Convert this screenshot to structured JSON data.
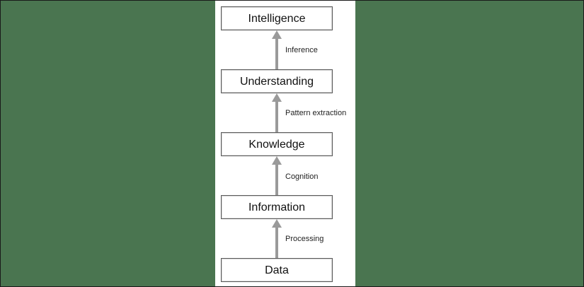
{
  "diagram": {
    "nodes": {
      "intelligence": "Intelligence",
      "understanding": "Understanding",
      "knowledge": "Knowledge",
      "information": "Information",
      "data": "Data"
    },
    "edges": {
      "inference": "Inference",
      "pattern_extraction": "Pattern extraction",
      "cognition": "Cognition",
      "processing": "Processing"
    },
    "colors": {
      "background": "#4a7550",
      "panel": "#ffffff",
      "box_border": "#5a5a5a",
      "arrow": "#9a9a9a"
    }
  }
}
